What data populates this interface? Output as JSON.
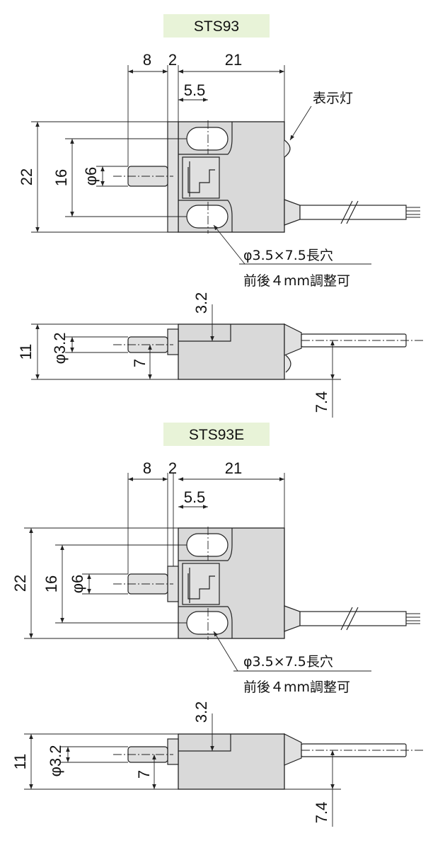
{
  "models": [
    {
      "title": "STS93",
      "top_view": {
        "dims": {
          "pin_length": "8",
          "flange": "2",
          "body_length": "21",
          "slot_offset": "5.5",
          "height": "22",
          "slot_pitch": "16",
          "pin_dia": "φ6"
        },
        "indicator_label": "表示灯",
        "slot_note": "φ3.5×7.5長穴",
        "adjust_note": "前後４mm調整可"
      },
      "side_view": {
        "dims": {
          "depth": "11",
          "pin_dia": "φ3.2",
          "pin_height": "7",
          "slot_depth": "3.2",
          "cable_height": "7.4"
        }
      }
    },
    {
      "title": "STS93E",
      "top_view": {
        "dims": {
          "pin_length": "8",
          "flange": "2",
          "body_length": "21",
          "slot_offset": "5.5",
          "height": "22",
          "slot_pitch": "16",
          "pin_dia": "φ6"
        },
        "slot_note": "φ3.5×7.5長穴",
        "adjust_note": "前後４mm調整可"
      },
      "side_view": {
        "dims": {
          "depth": "11",
          "pin_dia": "φ3.2",
          "pin_height": "7",
          "slot_depth": "3.2",
          "cable_height": "7.4"
        }
      }
    }
  ],
  "colors": {
    "title_bg": "#e8f3d8",
    "body_fill": "#d9d9d9",
    "line": "#222222"
  }
}
